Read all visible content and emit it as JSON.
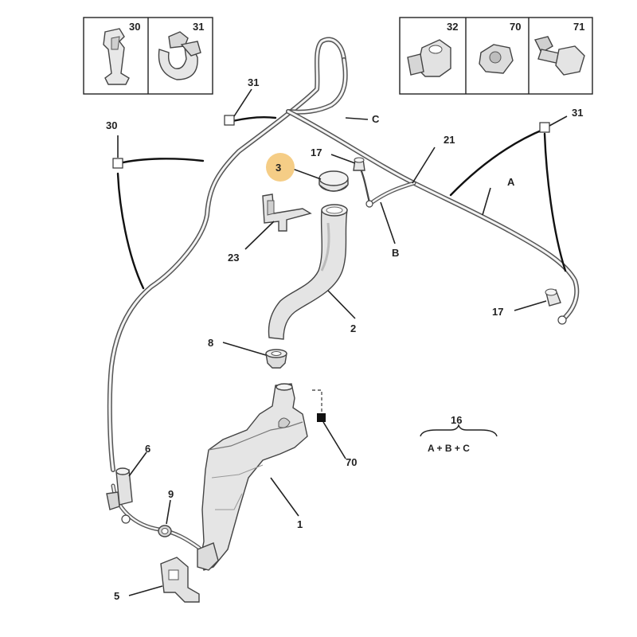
{
  "inset_left": {
    "labels": [
      "30",
      "31"
    ]
  },
  "inset_right": {
    "labels": [
      "32",
      "70",
      "71"
    ]
  },
  "callouts": {
    "c1": "1",
    "c2": "2",
    "c3": "3",
    "c5": "5",
    "c6": "6",
    "c8": "8",
    "c9": "9",
    "c17a": "17",
    "c17b": "17",
    "c21": "21",
    "c23": "23",
    "c30": "30",
    "c31a": "31",
    "c31b": "31",
    "c70": "70",
    "cA": "A",
    "cB": "B",
    "cC": "C"
  },
  "kit": {
    "number": "16",
    "formula": "A + B + C"
  },
  "colors": {
    "highlight": "#f5cd86",
    "line": "#222222",
    "part_fill": "#e6e6e6"
  }
}
